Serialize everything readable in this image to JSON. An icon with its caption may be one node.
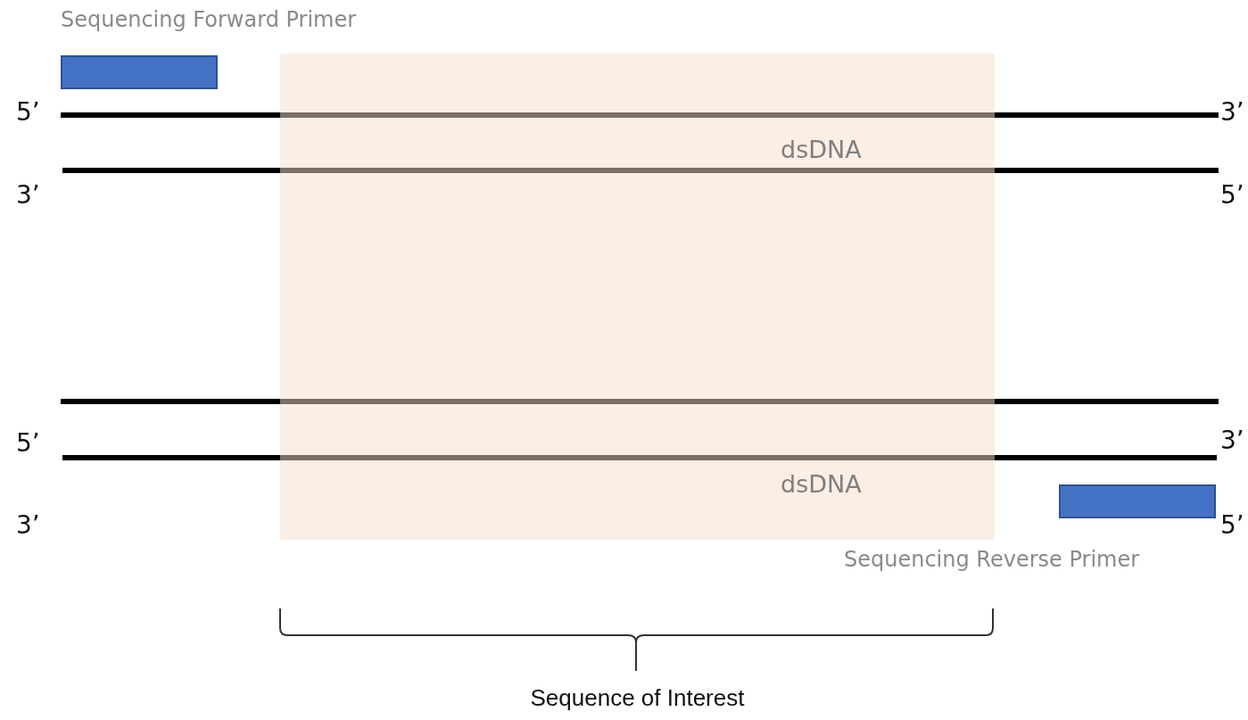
{
  "diagram": {
    "nodes": [
      {
        "text": [
          "Sequencing Forward Primer"
        ]
      },
      {
        "text": [
          "Sequence of Interest"
        ]
      },
      {
        "text": [
          "Sequencing Reverse Primer"
        ]
      }
    ],
    "edges": [],
    "labels": [
      "5’",
      "3’",
      "dsDNA",
      "3’",
      "5’",
      "5’",
      "3’",
      "dsDNA",
      "3’",
      "5’"
    ]
  }
}
